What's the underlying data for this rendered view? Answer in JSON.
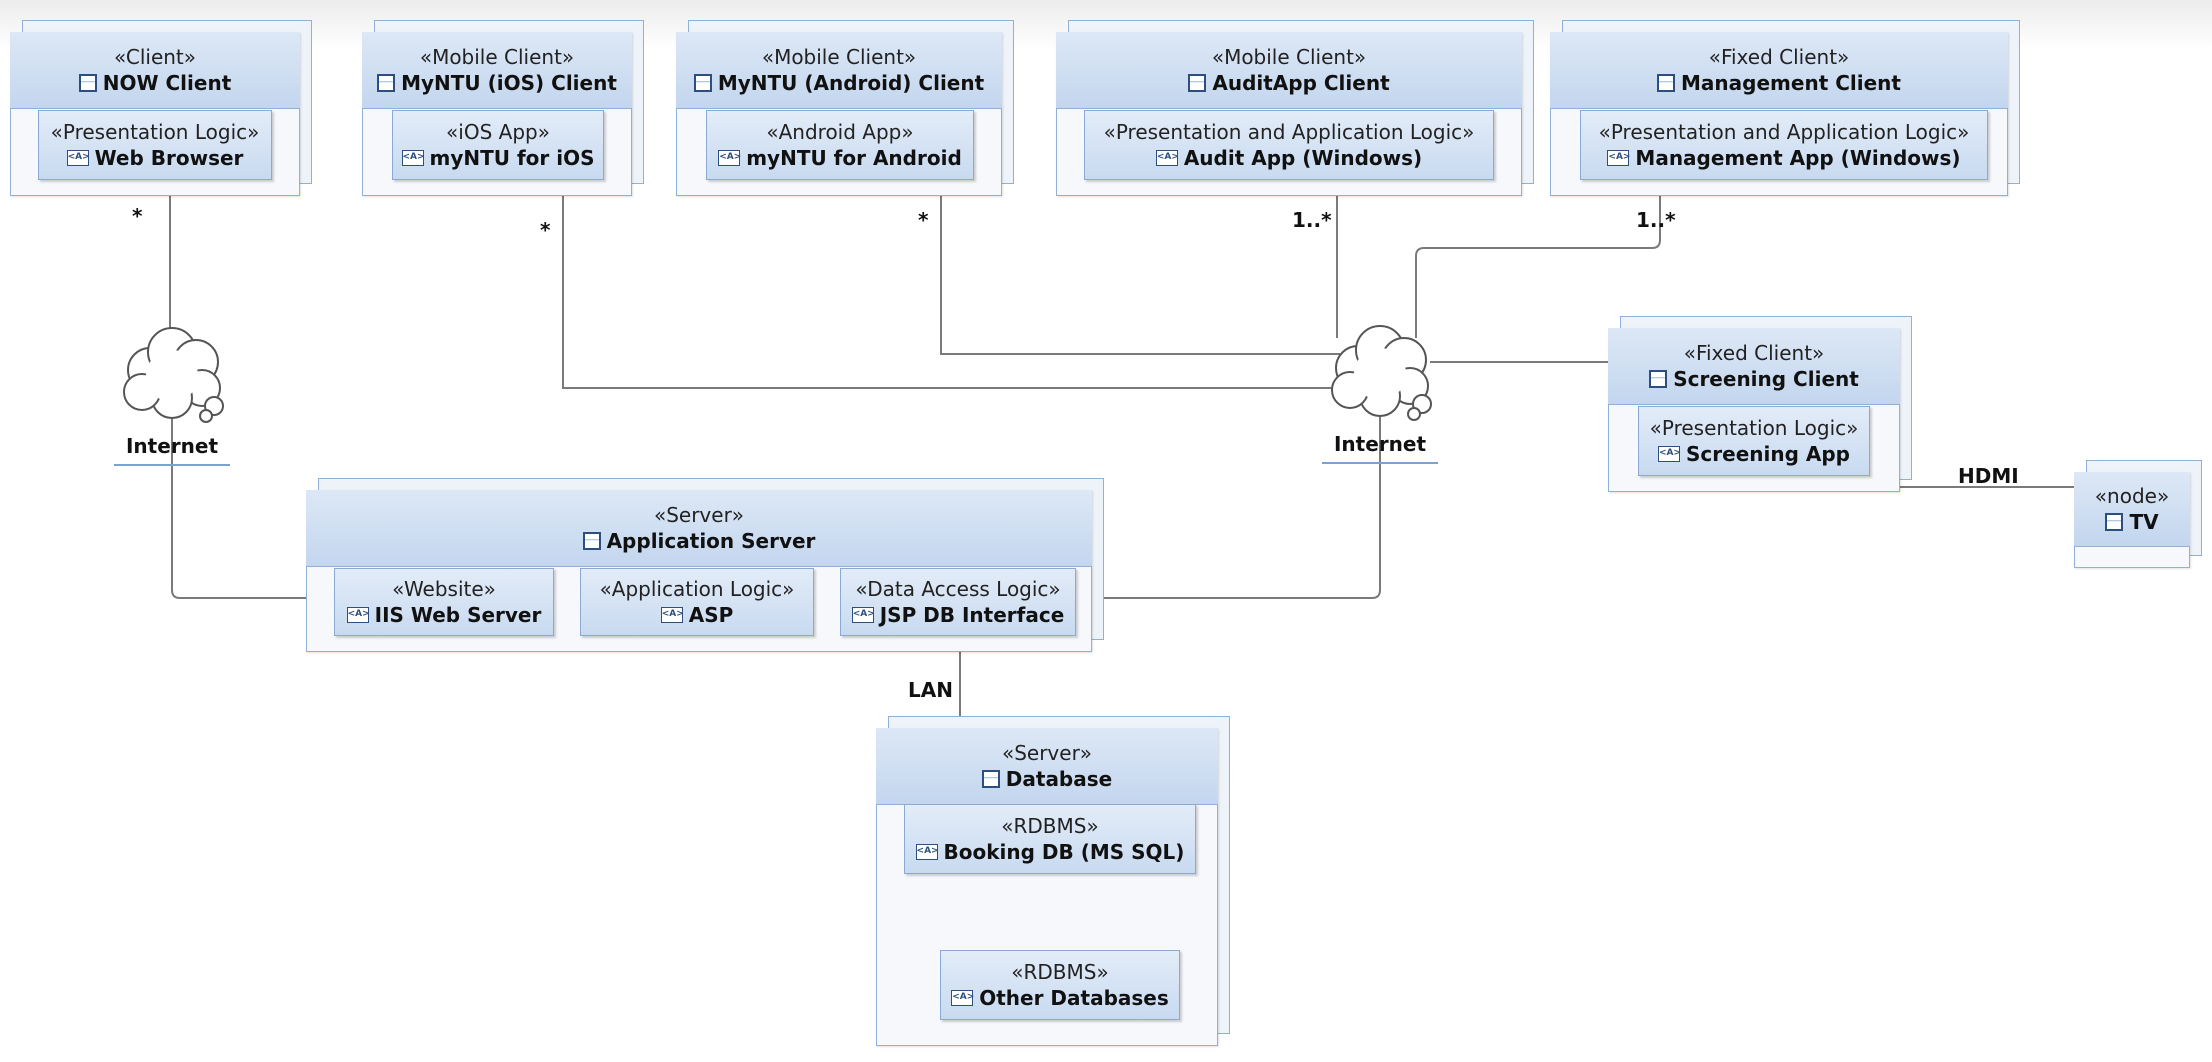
{
  "nodes": {
    "now_client": {
      "stereotype": "«Client»",
      "name": "NOW Client"
    },
    "ios_client": {
      "stereotype": "«Mobile Client»",
      "name": "MyNTU (iOS) Client"
    },
    "android_client": {
      "stereotype": "«Mobile Client»",
      "name": "MyNTU (Android) Client"
    },
    "audit_client": {
      "stereotype": "«Mobile Client»",
      "name": "AuditApp Client"
    },
    "management_client": {
      "stereotype": "«Fixed Client»",
      "name": "Management Client"
    },
    "screening_client": {
      "stereotype": "«Fixed Client»",
      "name": "Screening Client"
    },
    "app_server": {
      "stereotype": "«Server»",
      "name": "Application Server"
    },
    "database": {
      "stereotype": "«Server»",
      "name": "Database"
    },
    "tv": {
      "stereotype": "«node»",
      "name": "TV"
    }
  },
  "artifacts": {
    "web_browser": {
      "stereotype": "«Presentation Logic»",
      "name": "Web Browser"
    },
    "myntu_ios": {
      "stereotype": "«iOS App»",
      "name": "myNTU for iOS"
    },
    "myntu_android": {
      "stereotype": "«Android App»",
      "name": "myNTU for Android"
    },
    "audit_app": {
      "stereotype": "«Presentation and Application Logic»",
      "name": "Audit App (Windows)"
    },
    "management_app": {
      "stereotype": "«Presentation and Application Logic»",
      "name": "Management App (Windows)"
    },
    "screening_app": {
      "stereotype": "«Presentation Logic»",
      "name": "Screening App"
    },
    "iis": {
      "stereotype": "«Website»",
      "name": "IIS Web Server"
    },
    "asp": {
      "stereotype": "«Application Logic»",
      "name": "ASP"
    },
    "jsp": {
      "stereotype": "«Data Access Logic»",
      "name": "JSP DB Interface"
    },
    "booking_db": {
      "stereotype": "«RDBMS»",
      "name": "Booking DB (MS SQL)"
    },
    "other_db": {
      "stereotype": "«RDBMS»",
      "name": "Other Databases"
    }
  },
  "networks": {
    "left": "Internet",
    "right": "Internet"
  },
  "multiplicities": {
    "now": "*",
    "ios": "*",
    "android": "*",
    "audit": "1..*",
    "management": "1..*"
  },
  "connector_labels": {
    "hdmi": "HDMI",
    "lan": "LAN"
  },
  "icons": {
    "node": "node-icon",
    "artifact": "artifact-icon",
    "network": "cloud-icon"
  },
  "colors": {
    "header": "#c3d6ee",
    "border": "#8fb1d8",
    "artifact": "#d3e2f4",
    "line": "#7a7a7a"
  }
}
